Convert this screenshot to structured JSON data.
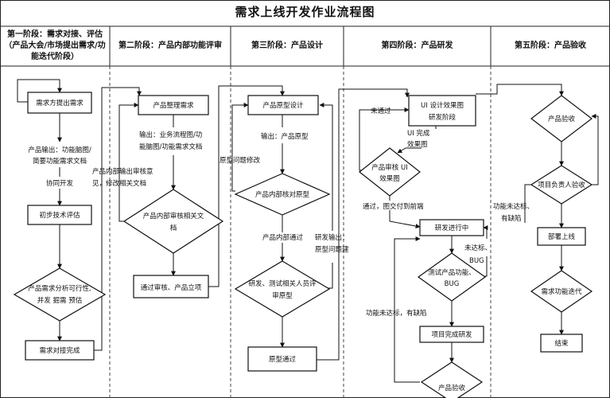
{
  "title": "需求上线开发作业流程图",
  "phases": [
    {
      "label": "第一阶段：需求对接、评估",
      "sub": "（产品大会/市场提出需求/功能迭代阶段）"
    },
    {
      "label": "第二阶段：产品内部功能评审",
      "sub": ""
    },
    {
      "label": "第三阶段：产品设计",
      "sub": ""
    },
    {
      "label": "第四阶段：产品研发",
      "sub": ""
    },
    {
      "label": "第五阶段：产品验收",
      "sub": ""
    }
  ],
  "nodes": {
    "p1_req": "需求方提出需求",
    "p1_eval": "初步技术评估",
    "p1_analysis": [
      "产品需求分析可行性,",
      "并发 掘需 预估"
    ],
    "p1_done": "需求对接完成",
    "p2_sort": "产品整理需求",
    "p2_review": [
      "产品内部审核相关文",
      "档"
    ],
    "p2_pass": "通过审核、产品立项",
    "p3_proto": "产品原型设计",
    "p3_check": "产品内部核对原型",
    "p3_review": [
      "研发、测试相关人员评",
      "审原型"
    ],
    "p3_pass": "原型通过",
    "p4_ui": [
      "UI 设计效果图",
      "研发阶段"
    ],
    "p4_uireview": [
      "产品审核 UI",
      "效果图"
    ],
    "p4_dev": "研发进行中",
    "p4_test": [
      "测试产品功能、",
      "BUG"
    ],
    "p4_done": "项目完成研发",
    "p4_accept": "产品验收",
    "p5_accept": "产品验收",
    "p5_owner": "项目负责人验收",
    "p5_deploy": "部署上线",
    "p5_iter": "需求功能迭代",
    "p5_end": "结束"
  },
  "labels": {
    "p1_output": [
      "产品输出：功能脑图/",
      "简要功能需求文档"
    ],
    "p1_dev": "协同开发",
    "p2_output": [
      "输出：业务流程图/功",
      "能脑图/功能需求文档"
    ],
    "p2_back": [
      "产品内部输出审核意",
      "见，修改相关文档"
    ],
    "p3_output": "输出：产品原型",
    "p3_fix": "原型问题修改",
    "p3_pass": "产品内部通过",
    "p3_devout": [
      "研发输出：",
      "原型问题建"
    ],
    "p4_fail": "未通过",
    "p4_uidone": [
      "UI 完成",
      "效果图"
    ],
    "p4_pass": "通过，图交付到前端",
    "p4_bug": [
      "未达标、",
      "BUG"
    ],
    "p4_notmet": "功能未达标，有缺陷",
    "p5_notmet": [
      "功能未达标、",
      "有缺陷"
    ]
  }
}
